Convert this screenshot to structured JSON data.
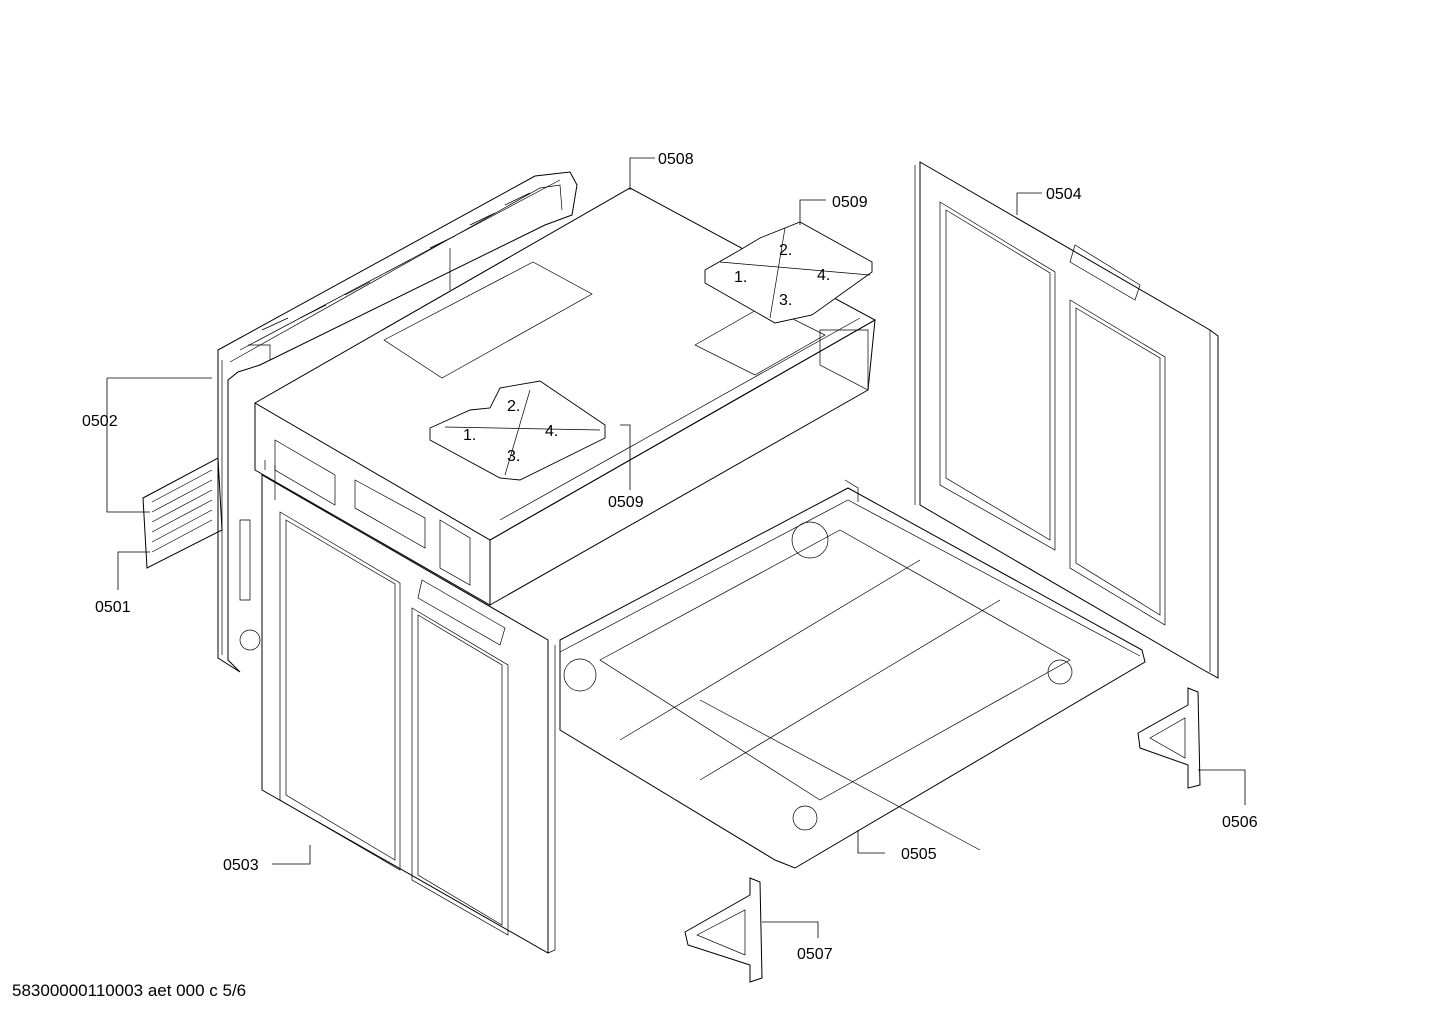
{
  "callouts": {
    "c0501": "0501",
    "c0502": "0502",
    "c0503": "0503",
    "c0504": "0504",
    "c0505": "0505",
    "c0506": "0506",
    "c0507": "0507",
    "c0508": "0508",
    "c0509_top": "0509",
    "c0509_mid": "0509"
  },
  "pad_steps_upper": {
    "s1": "1.",
    "s2": "2.",
    "s3": "3.",
    "s4": "4."
  },
  "pad_steps_lower": {
    "s1": "1.",
    "s2": "2.",
    "s3": "3.",
    "s4": "4."
  },
  "footer": {
    "document_code": "58300000110003 aet 000 c 5/6"
  }
}
